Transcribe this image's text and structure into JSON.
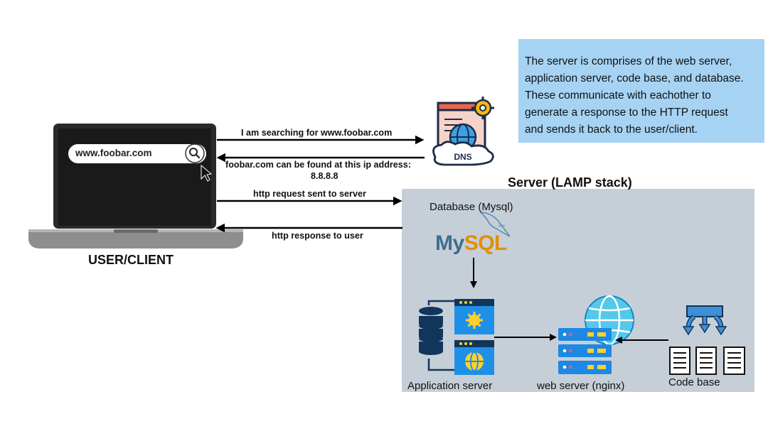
{
  "note": {
    "lines": [
      "The  server is comprises of the web server,",
      "application server, code base, and database.",
      "These communicate with eachother to",
      "generate a response to the HTTP request",
      "and sends it back to the user/client."
    ]
  },
  "client": {
    "label": "USER/CLIENT",
    "search_text": "www.foobar.com",
    "icons": [
      "laptop-icon",
      "search-icon",
      "cursor-icon"
    ]
  },
  "dns": {
    "label": "DNS",
    "icon": "dns-gear-icon"
  },
  "arrows": {
    "to_dns": "I am searching for www.foobar.com",
    "from_dns_1": "foobar.com can be found at this ip address:",
    "from_dns_2": "8.8.8.8",
    "request": "http request sent to server",
    "response": "http response to user"
  },
  "server": {
    "title": "Server (LAMP stack)",
    "database_label": "Database (Mysql)",
    "mysql_logo": {
      "my": "My",
      "sql": "SQL"
    },
    "app_label": "Application server",
    "web_label": "web server (nginx)",
    "code_label": "Code base"
  },
  "colors": {
    "note_bg": "#a6d3f4",
    "server_bg": "#c6cfd8",
    "mysql_blue": "#3d6e8d",
    "mysql_orange": "#e48e00",
    "accent_blue": "#2f8fe0",
    "navy": "#12355b"
  }
}
